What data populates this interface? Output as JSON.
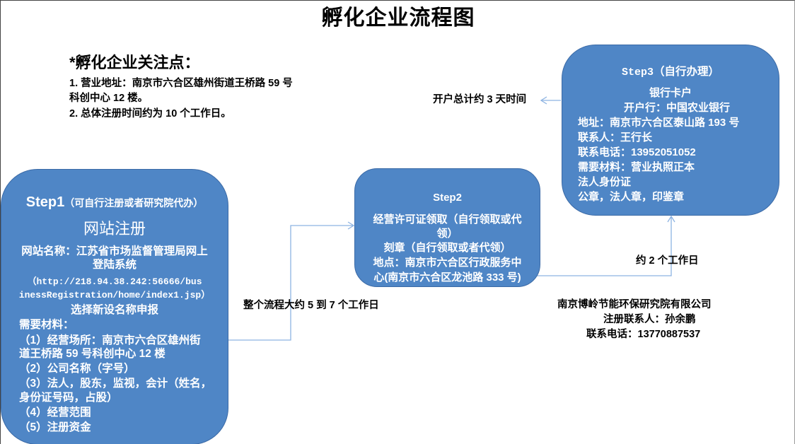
{
  "title": "孵化企业流程图",
  "focus_points": {
    "heading": "*孵化企业关注点：",
    "lines": [
      "1. 营业地址：南京市六合区雄州街道王桥路 59 号",
      "科创中心 12 楼。",
      "2. 总体注册时间约为 10 个工作日。"
    ]
  },
  "step1": {
    "label": "Step1",
    "note": "（可自行注册或者研究院代办）",
    "heading": "网站注册",
    "lines": [
      "网站名称：江苏省市场监督管理局网上",
      "登陆系统",
      "（http://218.94.38.242:56666/bus",
      "inessRegistration/home/index1.jsp）",
      "选择新设名称申报",
      "需要材料：",
      "（1）经营场所：南京市六合区雄州街",
      "道王桥路 59 号科创中心 12 楼",
      "（2）公司名称（字号）",
      "（3）法人，股东，监视，会计（姓名，",
      "身份证号码，占股）",
      "（4）经营范围",
      "（5）注册资金"
    ]
  },
  "step2": {
    "label": "Step2",
    "lines": [
      "经营许可证领取（自行领取或代",
      "领）",
      "刻章（自行领取或者代领）",
      "地点：南京市六合区行政服务中",
      "心(南京市六合区龙池路 333 号)"
    ]
  },
  "step3": {
    "label": "Step3",
    "note": "（自行办理）",
    "lines": [
      "银行卡户",
      "开户行：中国农业银行",
      "地址：南京市六合区泰山路 193 号",
      "联系人：王行长",
      "联系电话：13952051052",
      "需要材料：营业执照正本",
      "法人身份证",
      "公章，法人章，印鉴章"
    ]
  },
  "durations": {
    "step1_to_step2": "整个流程大约 5 到 7 个工作日",
    "step2_to_step3": "约 2 个工作日",
    "bank_account": "开户总计约 3 天时间"
  },
  "contact": {
    "company": "南京博岭节能环保研究院有限公司",
    "person": "注册联系人：孙余鹏",
    "phone": "联系电话：13770887537"
  },
  "colors": {
    "step_fill": "#4f86c6",
    "step_border": "#3b6aa6",
    "connector": "#8db3e2"
  }
}
